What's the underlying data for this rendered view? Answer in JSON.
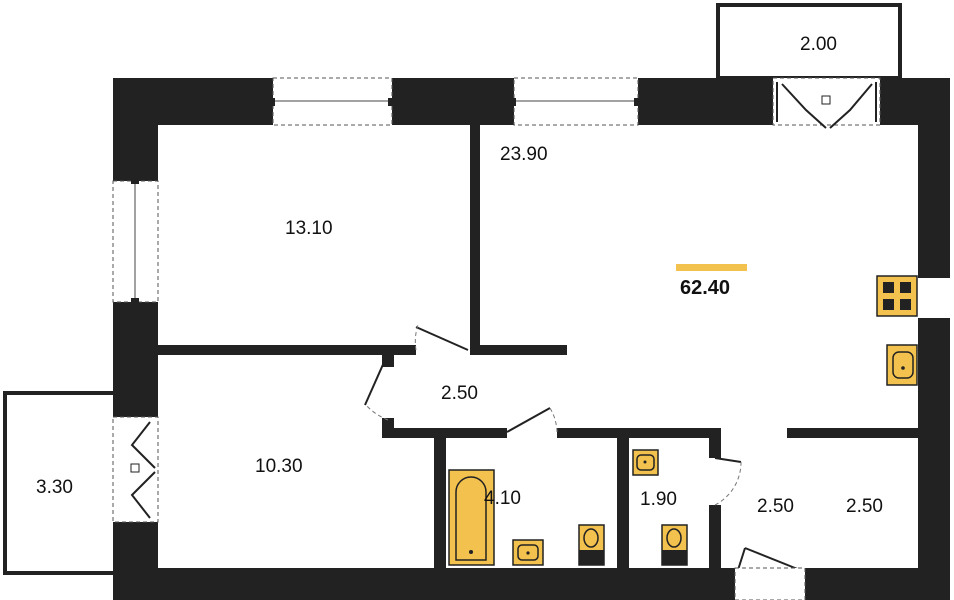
{
  "colors": {
    "wall": "#222222",
    "fixture": "#f2c14e",
    "accent_bar": "#f2c14e",
    "background": "#ffffff"
  },
  "total_area": "62.40",
  "rooms": [
    {
      "id": "balcony-top",
      "area": "2.00"
    },
    {
      "id": "living-kitchen",
      "area": "23.90"
    },
    {
      "id": "bedroom-top",
      "area": "13.10"
    },
    {
      "id": "hall-small",
      "area": "2.50"
    },
    {
      "id": "balcony-left",
      "area": "3.30"
    },
    {
      "id": "bedroom-bottom",
      "area": "10.30"
    },
    {
      "id": "bathroom",
      "area": "4.10"
    },
    {
      "id": "toilet",
      "area": "1.90"
    },
    {
      "id": "corridor",
      "area": "2.50"
    },
    {
      "id": "entrance",
      "area": "2.50"
    }
  ],
  "icons": [
    "stove-icon",
    "sink-icon",
    "bathtub-icon",
    "washbasin-icon",
    "toilet-icon"
  ]
}
